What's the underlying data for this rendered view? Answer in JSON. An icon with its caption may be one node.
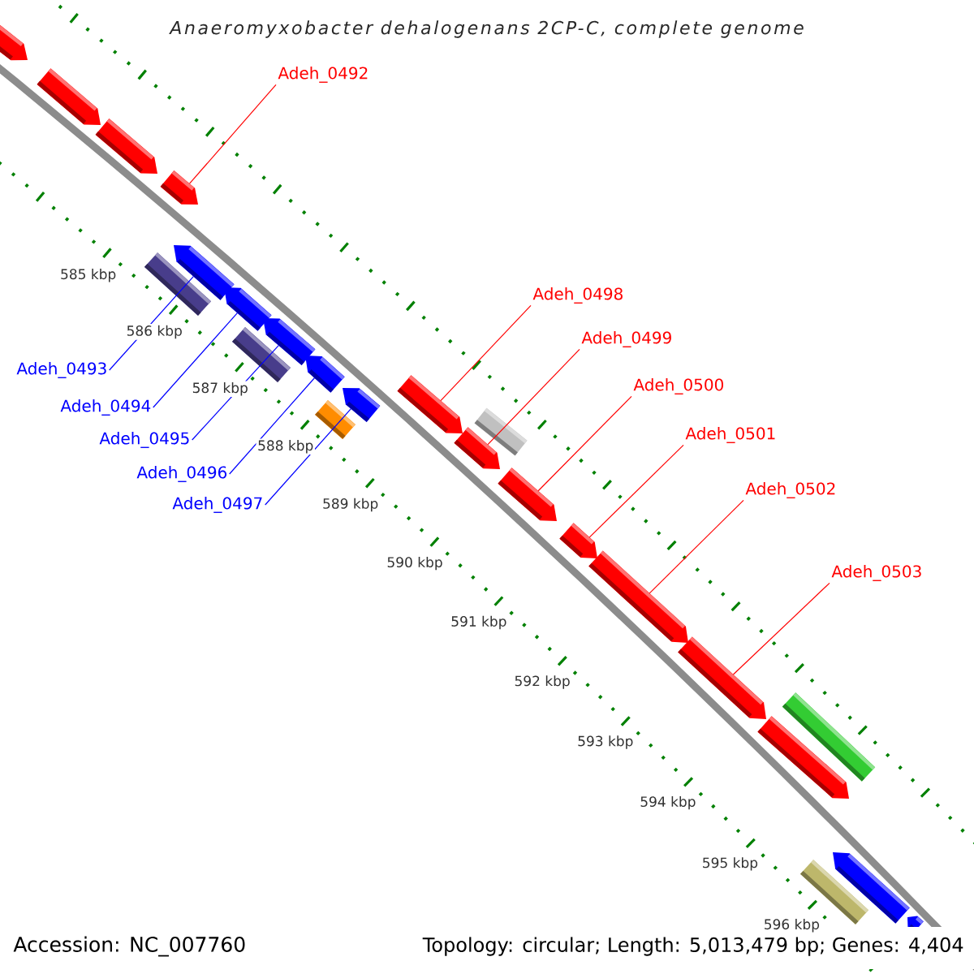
{
  "diagram": {
    "title": "Anaeromyxobacter dehalogenans 2CP-C, complete genome",
    "nodes": [
      {
        "text": [
          "Adeh_0492"
        ]
      },
      {
        "text": [
          "Adeh_0493"
        ]
      },
      {
        "text": [
          "Adeh_0494"
        ]
      },
      {
        "text": [
          "Adeh_0495"
        ]
      },
      {
        "text": [
          "Adeh_0496"
        ]
      },
      {
        "text": [
          "Adeh_0497"
        ]
      },
      {
        "text": [
          "Adeh_0498"
        ]
      },
      {
        "text": [
          "Adeh_0499"
        ]
      },
      {
        "text": [
          "Adeh_0500"
        ]
      },
      {
        "text": [
          "Adeh_0501"
        ]
      },
      {
        "text": [
          "Adeh_0502"
        ]
      },
      {
        "text": [
          "Adeh_0503"
        ]
      },
      {
        "text": [],
        "shape": "arrow"
      },
      {
        "text": [],
        "shape": "arrow"
      },
      {
        "text": [],
        "shape": "arrow"
      },
      {
        "text": [],
        "shape": "arrow"
      },
      {
        "text": [],
        "shape": "arrow"
      },
      {
        "text": [],
        "shape": "bar"
      },
      {
        "text": [],
        "shape": "arrow"
      },
      {
        "text": [],
        "shape": "arrow"
      },
      {
        "text": [],
        "shape": "bar"
      },
      {
        "text": [],
        "shape": "arrow"
      },
      {
        "text": [],
        "shape": "arrow"
      },
      {
        "text": [],
        "shape": "bar"
      },
      {
        "text": [],
        "shape": "arrow"
      },
      {
        "text": [],
        "shape": "bar"
      },
      {
        "text": [],
        "shape": "arrow"
      },
      {
        "text": [],
        "shape": "arrow"
      },
      {
        "text": [],
        "shape": "arrow"
      },
      {
        "text": [],
        "shape": "arrow"
      },
      {
        "text": [],
        "shape": "arrow"
      },
      {
        "text": [],
        "shape": "bar"
      },
      {
        "text": [],
        "shape": "arrow"
      },
      {
        "text": [],
        "shape": "bar"
      },
      {
        "text": [],
        "shape": "arrow"
      },
      {
        "text": [],
        "shape": "arrow"
      }
    ],
    "edges": [
      {
        "from": 0,
        "to": 15,
        "arrow": "none"
      },
      {
        "from": 1,
        "to": 16,
        "arrow": "none",
        "color": "#0000ff"
      },
      {
        "from": 2,
        "to": 18,
        "arrow": "none",
        "color": "#0000ff"
      },
      {
        "from": 3,
        "to": 19,
        "arrow": "none",
        "color": "#0000ff"
      },
      {
        "from": 4,
        "to": 21,
        "arrow": "none",
        "color": "#0000ff"
      },
      {
        "from": 5,
        "to": 22,
        "arrow": "none",
        "color": "#0000ff"
      },
      {
        "from": 6,
        "to": 24,
        "arrow": "none"
      },
      {
        "from": 7,
        "to": 26,
        "arrow": "none"
      },
      {
        "from": 8,
        "to": 27,
        "arrow": "none"
      },
      {
        "from": 9,
        "to": 28,
        "arrow": "none"
      },
      {
        "from": 10,
        "to": 29,
        "arrow": "none"
      },
      {
        "from": 11,
        "to": 30,
        "arrow": "none"
      }
    ],
    "labels": [
      "585 kbp",
      "586 kbp",
      "587 kbp",
      "588 kbp",
      "589 kbp",
      "590 kbp",
      "591 kbp",
      "592 kbp",
      "593 kbp",
      "594 kbp",
      "595 kbp",
      "596 kbp",
      "Accession: NC_007760",
      "Topology: circular; Length: 5,013,479 bp; Genes: 4,404"
    ]
  }
}
